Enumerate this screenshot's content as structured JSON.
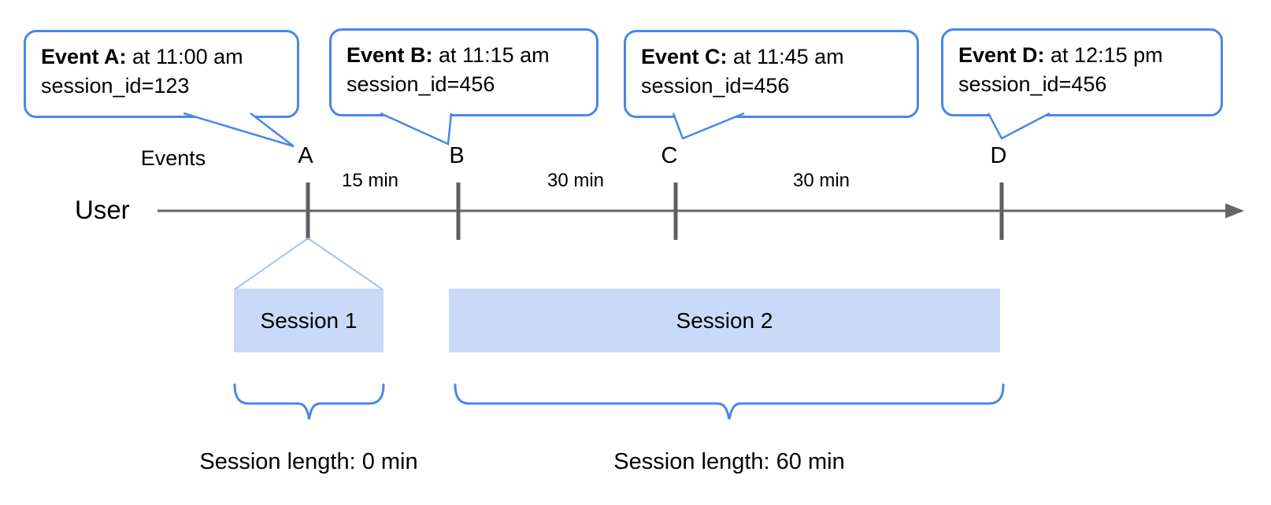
{
  "colors": {
    "accent_blue": "#4a86e8",
    "session_fill_blue": "#c9daf8",
    "funnel_line_blue": "#a4c2f4",
    "timeline_gray": "#666666",
    "tick_gray": "#5f5f5f",
    "text_black": "#000000"
  },
  "callouts": [
    {
      "title": "Event A:",
      "time": " at 11:00 am",
      "session": "session_id=123"
    },
    {
      "title": "Event B:",
      "time": " at 11:15 am",
      "session": "session_id=456"
    },
    {
      "title": "Event C:",
      "time": " at 11:45 am",
      "session": "session_id=456"
    },
    {
      "title": "Event D:",
      "time": " at 12:15 pm",
      "session": "session_id=456"
    }
  ],
  "timeline": {
    "axis_label": "User",
    "events_label": "Events",
    "event_markers": [
      "A",
      "B",
      "C",
      "D"
    ],
    "intervals": [
      "15 min",
      "30 min",
      "30 min"
    ]
  },
  "sessions": [
    {
      "label": "Session 1",
      "length_label": "Session length: 0 min"
    },
    {
      "label": "Session 2",
      "length_label": "Session length: 60 min"
    }
  ]
}
